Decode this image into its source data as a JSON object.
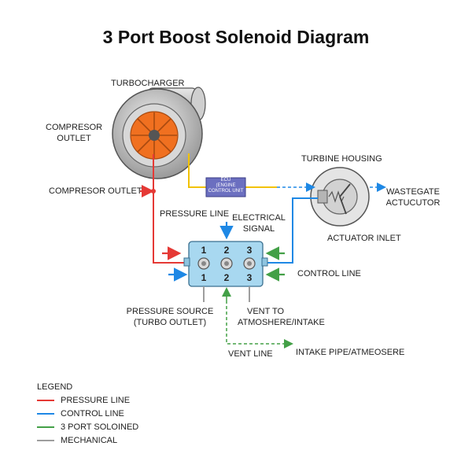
{
  "title": "3 Port Boost Solenoid Diagram",
  "labels": {
    "turbocharger": "TURBOCHARGER",
    "compressor_outlet_top_1": "COMPRESOR",
    "compressor_outlet_top_2": "OUTLET",
    "compressor_outlet_left": "COMPRESOR OUTLET",
    "pressure_line": "PRESSURE LINE",
    "electrical_signal_1": "ELECTRICAL",
    "electrical_signal_2": "SIGNAL",
    "turbine_housing": "TURBINE HOUSING",
    "wastegate_1": "WASTEGATE",
    "wastegate_2": "ACTUCUTOR",
    "actuator_inlet": "ACTUATOR INLET",
    "control_line": "CONTROL LINE",
    "pressure_source_1": "PRESSURE SOURCE",
    "pressure_source_2": "(TURBO OUTLET)",
    "vent_to_1": "VENT TO",
    "vent_to_2": "ATMOSHERE/INTAKE",
    "vent_line": "VENT LINE",
    "intake_pipe": "INTAKE PIPE/ATMEOSERE"
  },
  "ecu": {
    "line1": "ECU",
    "line2": "(ENGINE",
    "line3": "CONTROL UNIT"
  },
  "solenoid": {
    "top_ports": [
      "1",
      "2",
      "3"
    ],
    "bottom_ports": [
      "1",
      "2",
      "3"
    ]
  },
  "legend": {
    "title": "LEGEND",
    "items": [
      {
        "label": "PRESSURE LINE",
        "color": "#e53935"
      },
      {
        "label": "CONTROL LINE",
        "color": "#1e88e5"
      },
      {
        "label": "3 PORT SOLOINED",
        "color": "#43a047"
      },
      {
        "label": "MECHANICAL",
        "color": "#9e9e9e"
      }
    ]
  },
  "colors": {
    "pressure": "#e53935",
    "control": "#1e88e5",
    "vent": "#43a047",
    "mechanical": "#9e9e9e",
    "electrical": "#f2c200",
    "ecu_fill": "#6b6fc0",
    "solenoid_fill": "#a8d8f0",
    "turbo_orange": "#f07020"
  }
}
